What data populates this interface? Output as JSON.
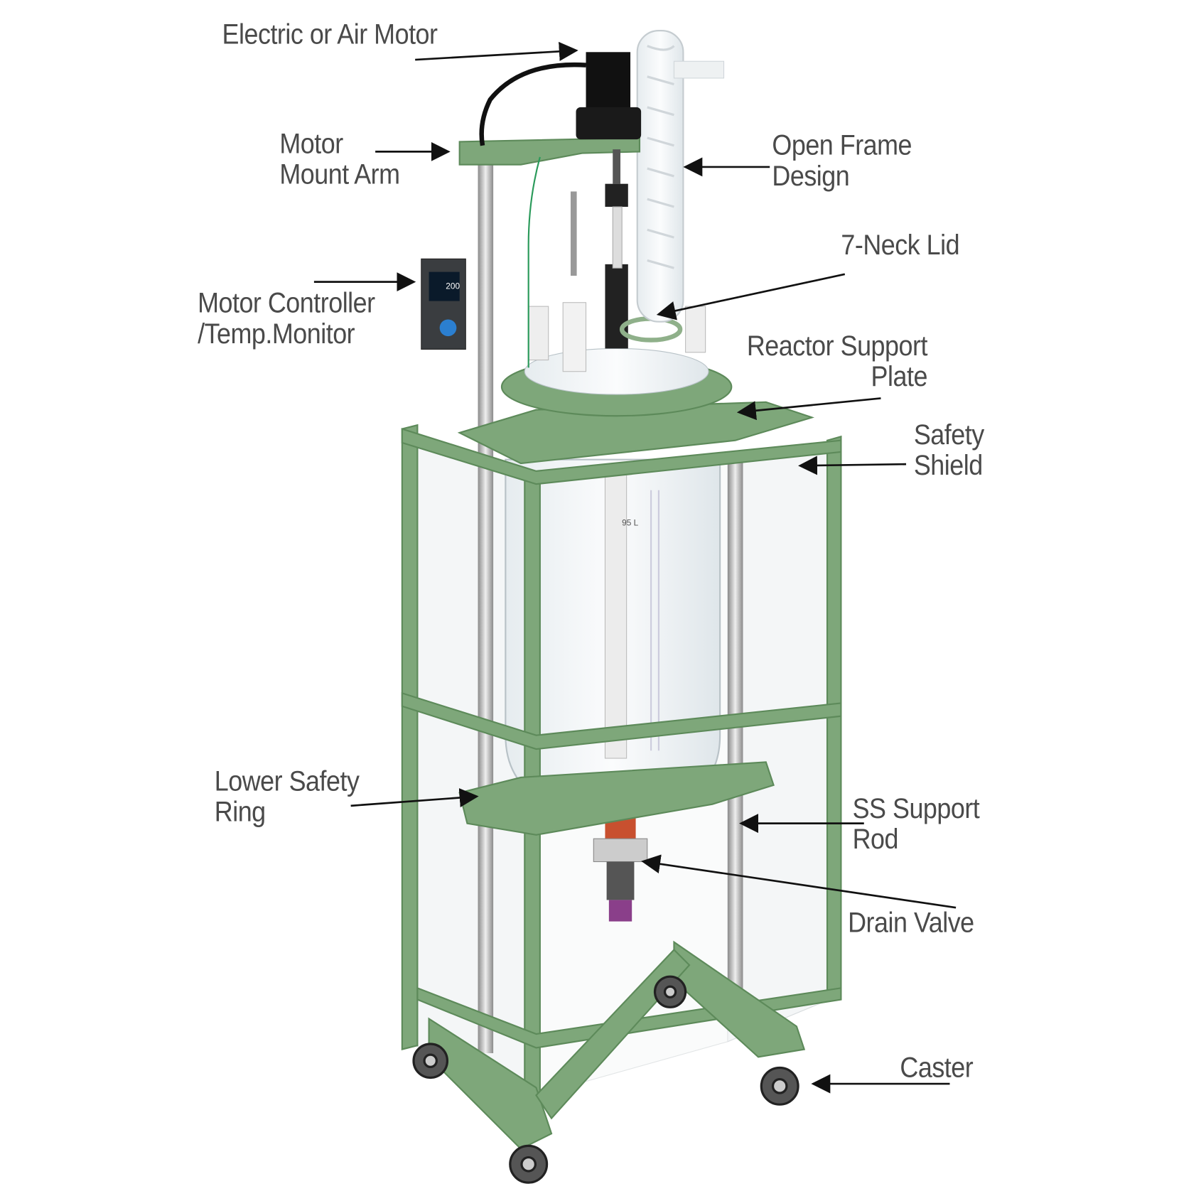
{
  "title": "Jacketed Glass Reactor Components",
  "labels": {
    "motor": "Electric or Air Motor",
    "mount_arm": [
      "Motor",
      "Mount Arm"
    ],
    "open_frame": [
      "Open Frame",
      "Design"
    ],
    "neck_lid": "7-Neck Lid",
    "controller": [
      "Motor Controller",
      "/Temp.Monitor"
    ],
    "support_plate": [
      "Reactor Support",
      "Plate"
    ],
    "safety_shield": [
      "Safety",
      "Shield"
    ],
    "lower_ring": [
      "Lower Safety",
      "Ring"
    ],
    "support_rod": [
      "SS Support",
      "Rod"
    ],
    "drain_valve": "Drain Valve",
    "caster": "Caster"
  },
  "controller_display": "200",
  "vessel_volume_label": "95 L",
  "colors": {
    "frame": "#7ea77a",
    "frame_dark": "#5d8a5a",
    "text": "#4a4a4a",
    "rod": "#b9b9b9"
  }
}
